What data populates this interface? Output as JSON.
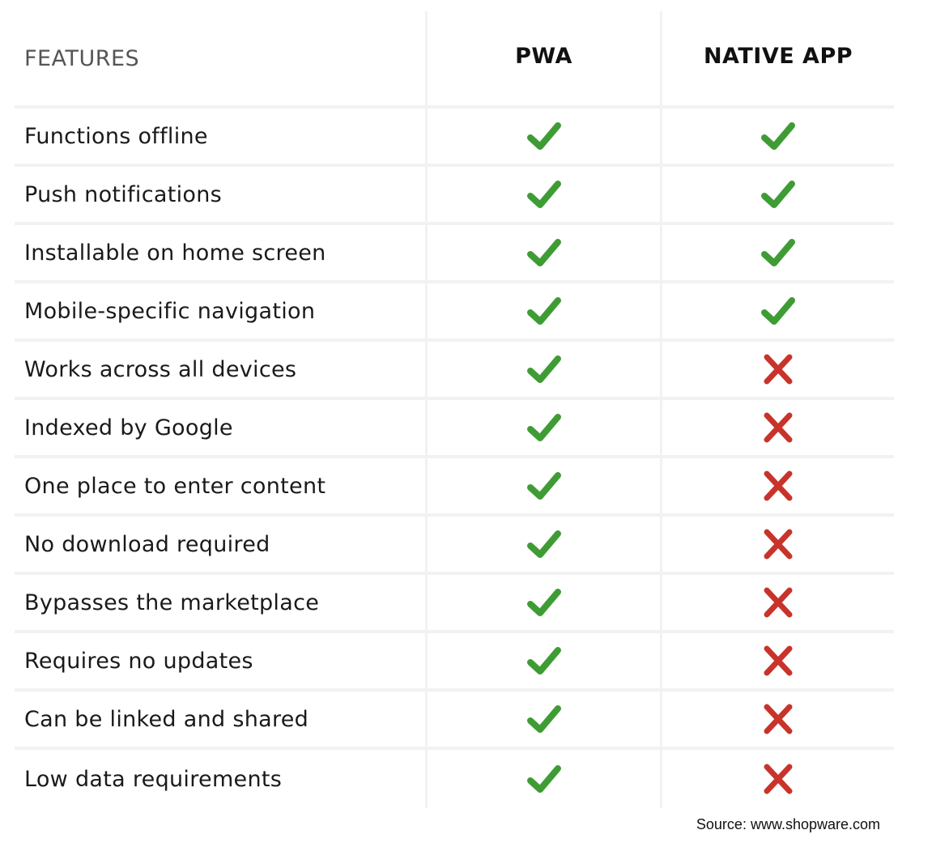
{
  "header": {
    "features": "FEATURES",
    "pwa": "PWA",
    "native": "NATIVE APP"
  },
  "colors": {
    "check": "#3f9c35",
    "cross": "#c8332b"
  },
  "rows": [
    {
      "feature": "Functions offline",
      "pwa": "check",
      "native": "check"
    },
    {
      "feature": "Push notifications",
      "pwa": "check",
      "native": "check"
    },
    {
      "feature": "Installable on home screen",
      "pwa": "check",
      "native": "check"
    },
    {
      "feature": "Mobile-specific navigation",
      "pwa": "check",
      "native": "check"
    },
    {
      "feature": "Works across all devices",
      "pwa": "check",
      "native": "cross"
    },
    {
      "feature": "Indexed by Google",
      "pwa": "check",
      "native": "cross"
    },
    {
      "feature": "One place to enter content",
      "pwa": "check",
      "native": "cross"
    },
    {
      "feature": "No download required",
      "pwa": "check",
      "native": "cross"
    },
    {
      "feature": "Bypasses the marketplace",
      "pwa": "check",
      "native": "cross"
    },
    {
      "feature": "Requires no updates",
      "pwa": "check",
      "native": "cross"
    },
    {
      "feature": "Can be linked and shared",
      "pwa": "check",
      "native": "cross"
    },
    {
      "feature": "Low data requirements",
      "pwa": "check",
      "native": "cross"
    }
  ],
  "source": "Source: www.shopware.com"
}
